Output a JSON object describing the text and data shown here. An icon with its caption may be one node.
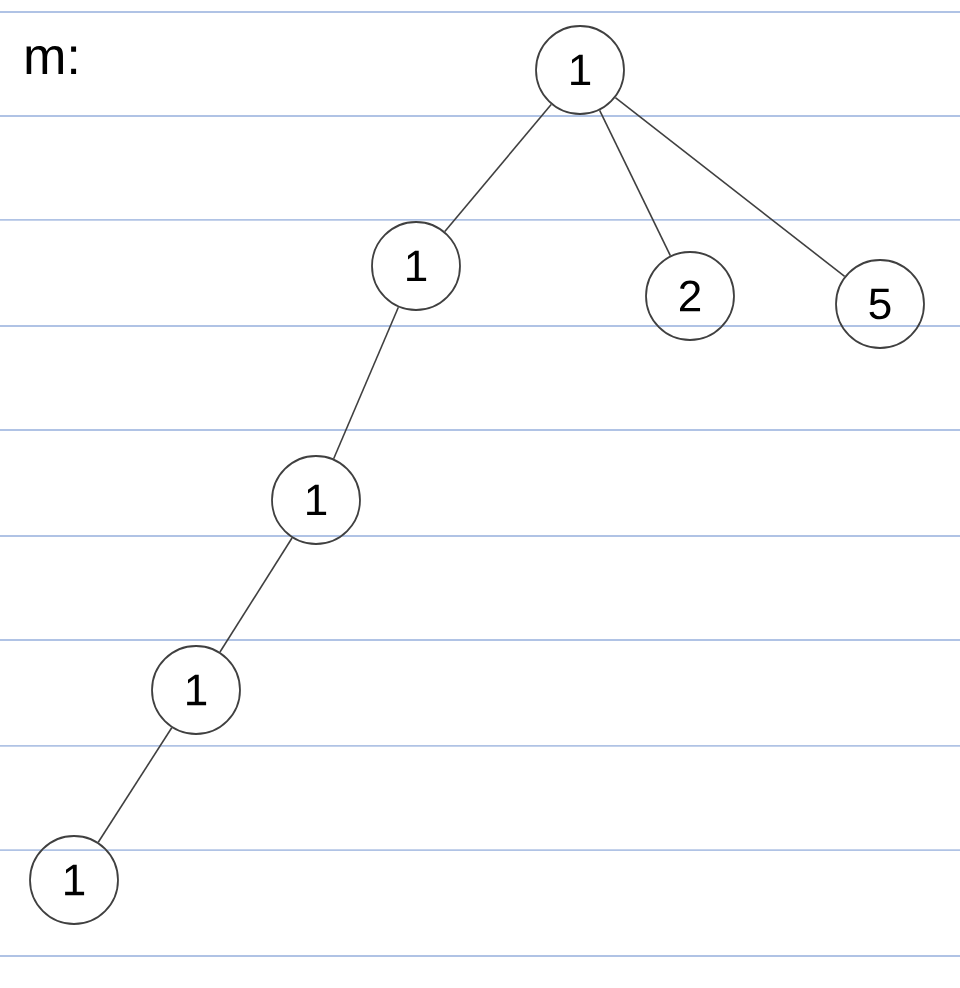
{
  "diagram": {
    "nodes": [
      {
        "text": [
          "1"
        ]
      },
      {
        "text": [
          "1"
        ]
      },
      {
        "text": [
          "2"
        ]
      },
      {
        "text": [
          "5"
        ]
      },
      {
        "text": [
          "1"
        ]
      },
      {
        "text": [
          "1"
        ]
      },
      {
        "text": [
          "1"
        ]
      }
    ],
    "edges": [
      {
        "from": 0,
        "to": 1,
        "arrow": "none"
      },
      {
        "from": 0,
        "to": 2,
        "arrow": "none"
      },
      {
        "from": 0,
        "to": 3,
        "arrow": "none"
      },
      {
        "from": 1,
        "to": 4,
        "arrow": "none"
      },
      {
        "from": 4,
        "to": 5,
        "arrow": "none"
      },
      {
        "from": 5,
        "to": 6,
        "arrow": "none"
      }
    ],
    "labels": [
      "m:"
    ]
  }
}
